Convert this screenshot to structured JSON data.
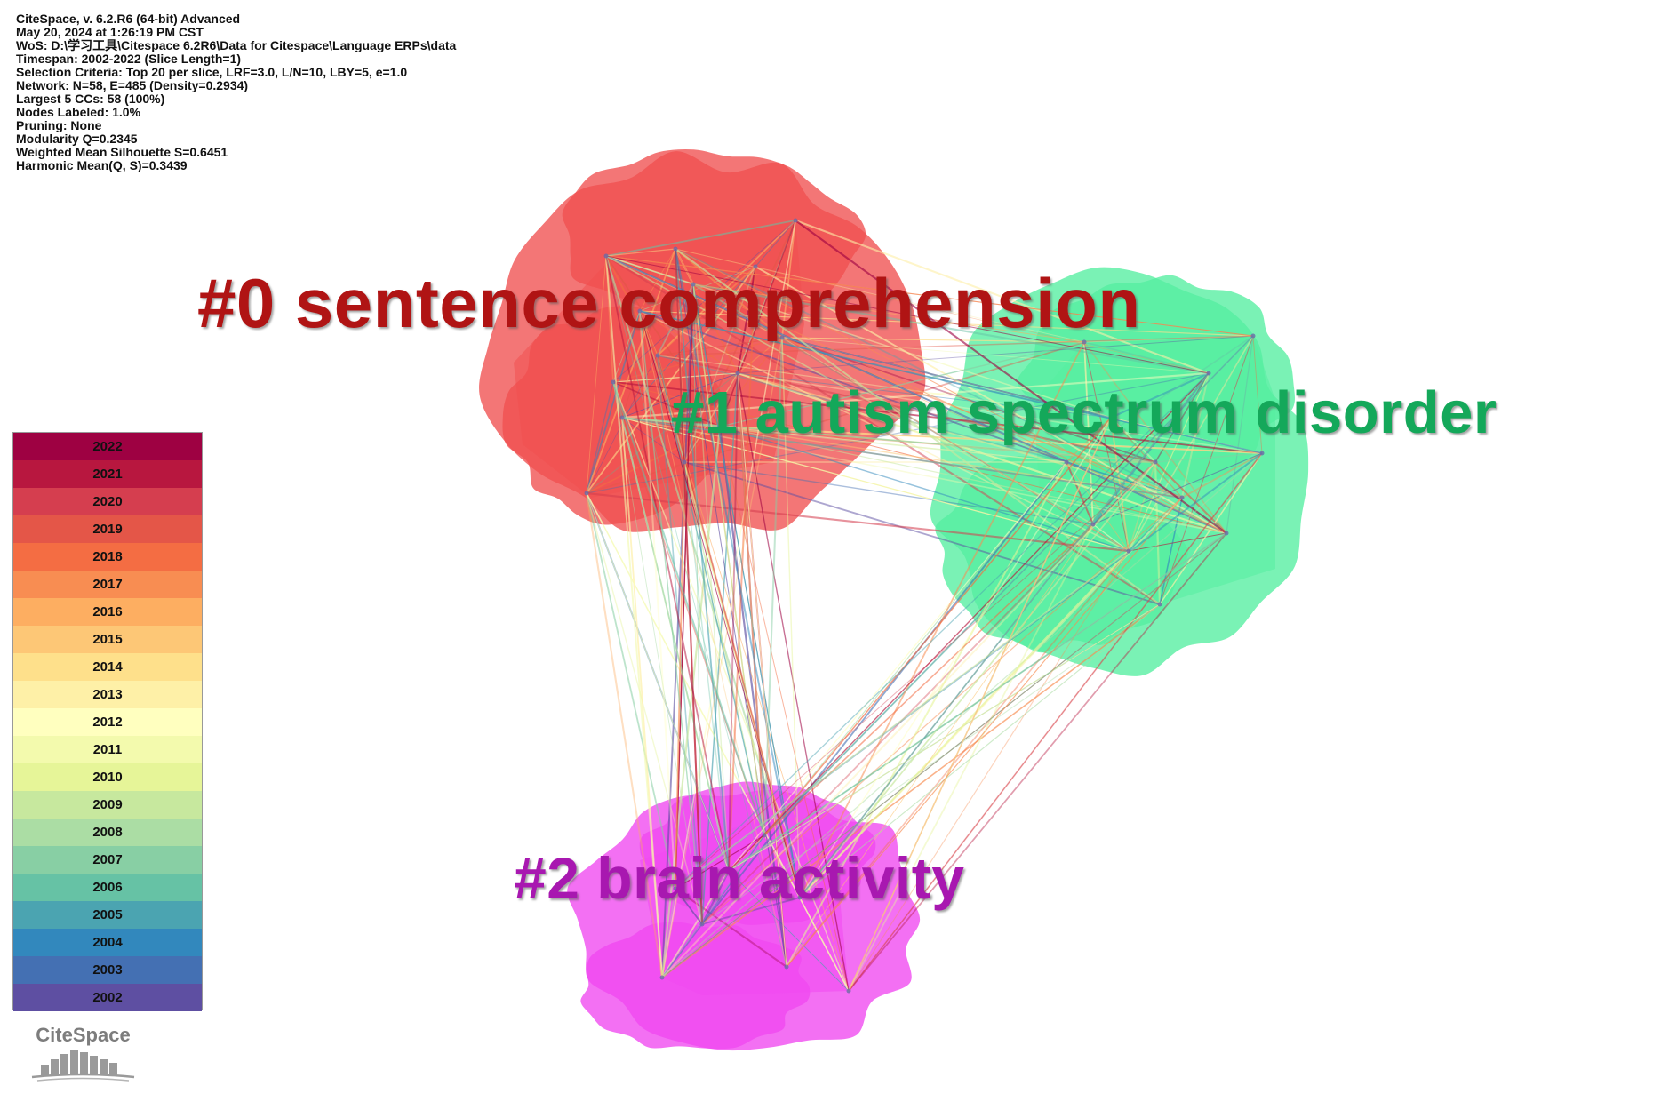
{
  "info": {
    "lines": [
      "CiteSpace, v. 6.2.R6 (64-bit) Advanced",
      "May 20, 2024 at 1:26:19 PM CST",
      "WoS: D:\\学习工具\\Citespace 6.2R6\\Data for Citespace\\Language ERPs\\data",
      "Timespan: 2002-2022 (Slice Length=1)",
      "Selection Criteria: Top 20 per slice, LRF=3.0, L/N=10, LBY=5, e=1.0",
      "Network: N=58, E=485 (Density=0.2934)",
      "Largest 5 CCs: 58 (100%)",
      "Nodes Labeled: 1.0%",
      "Pruning: None",
      "Modularity Q=0.2345",
      "Weighted Mean Silhouette S=0.6451",
      "Harmonic Mean(Q, S)=0.3439"
    ]
  },
  "clusters": [
    {
      "label": "#0 sentence comprehension",
      "color": "#f05050",
      "label_color": "#b01414"
    },
    {
      "label": "#1 autism spectrum disorder",
      "color": "#55eea0",
      "label_color": "#14a85a"
    },
    {
      "label": "#2 brain activity",
      "color": "#f048f0",
      "label_color": "#a818b0"
    }
  ],
  "legend": {
    "years": [
      {
        "year": "2022",
        "color": "#9e0142"
      },
      {
        "year": "2021",
        "color": "#b8173f"
      },
      {
        "year": "2020",
        "color": "#d53e4f"
      },
      {
        "year": "2019",
        "color": "#e45648"
      },
      {
        "year": "2018",
        "color": "#f46d43"
      },
      {
        "year": "2017",
        "color": "#f88d52"
      },
      {
        "year": "2016",
        "color": "#fdae61"
      },
      {
        "year": "2015",
        "color": "#fdc776"
      },
      {
        "year": "2014",
        "color": "#fee08b"
      },
      {
        "year": "2013",
        "color": "#fef0a7"
      },
      {
        "year": "2012",
        "color": "#ffffbf"
      },
      {
        "year": "2011",
        "color": "#f3faad"
      },
      {
        "year": "2010",
        "color": "#e6f598"
      },
      {
        "year": "2009",
        "color": "#c7e89e"
      },
      {
        "year": "2008",
        "color": "#abdda4"
      },
      {
        "year": "2007",
        "color": "#88cfa4"
      },
      {
        "year": "2006",
        "color": "#66c2a5"
      },
      {
        "year": "2005",
        "color": "#4ba4b1"
      },
      {
        "year": "2004",
        "color": "#3288bd"
      },
      {
        "year": "2003",
        "color": "#4470b3"
      },
      {
        "year": "2002",
        "color": "#5e4fa2"
      }
    ]
  },
  "logo": {
    "text": "CiteSpace",
    "icon": "citespace-bars-logo"
  }
}
